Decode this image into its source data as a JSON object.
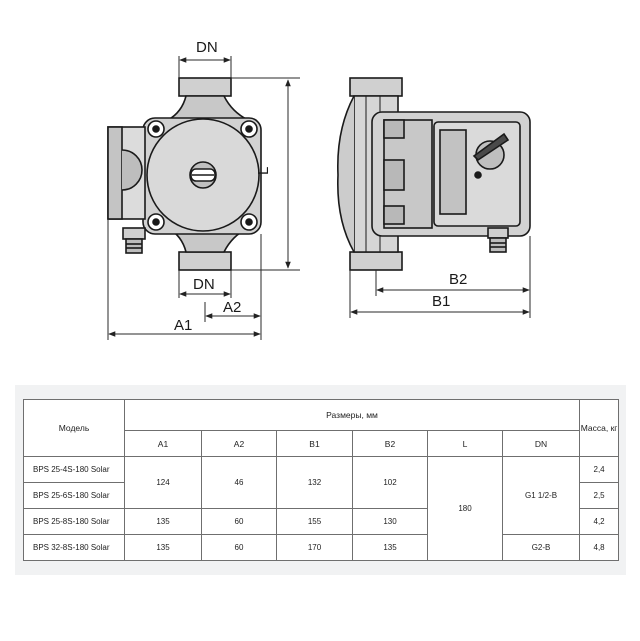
{
  "drawing": {
    "front_view": {
      "labels": {
        "dn_top": "DN",
        "dn_bottom": "DN",
        "a1": "A1",
        "a2": "A2",
        "l": "L"
      }
    },
    "side_view": {
      "labels": {
        "b1": "B1",
        "b2": "B2"
      }
    }
  },
  "table": {
    "headers": {
      "model": "Модель",
      "dimensions": "Размеры, мм",
      "mass": "Масса, кг",
      "columns": [
        "A1",
        "A2",
        "B1",
        "B2",
        "L",
        "DN"
      ]
    },
    "rows": [
      {
        "model": "BPS 25-4S-180 Solar",
        "a1": "124",
        "a2": "46",
        "b1": "132",
        "b2": "102",
        "l": "180",
        "dn": "G1 1/2-B",
        "mass": "2,4"
      },
      {
        "model": "BPS 25-6S-180 Solar",
        "a1": "124",
        "a2": "46",
        "b1": "132",
        "b2": "102",
        "l": "180",
        "dn": "G1 1/2-B",
        "mass": "2,5"
      },
      {
        "model": "BPS 25-8S-180 Solar",
        "a1": "135",
        "a2": "60",
        "b1": "155",
        "b2": "130",
        "l": "180",
        "dn": "G1 1/2-B",
        "mass": "4,2"
      },
      {
        "model": "BPS 32-8S-180 Solar",
        "a1": "135",
        "a2": "60",
        "b1": "170",
        "b2": "135",
        "l": "180",
        "dn": "G2-B",
        "mass": "4,8"
      }
    ]
  }
}
